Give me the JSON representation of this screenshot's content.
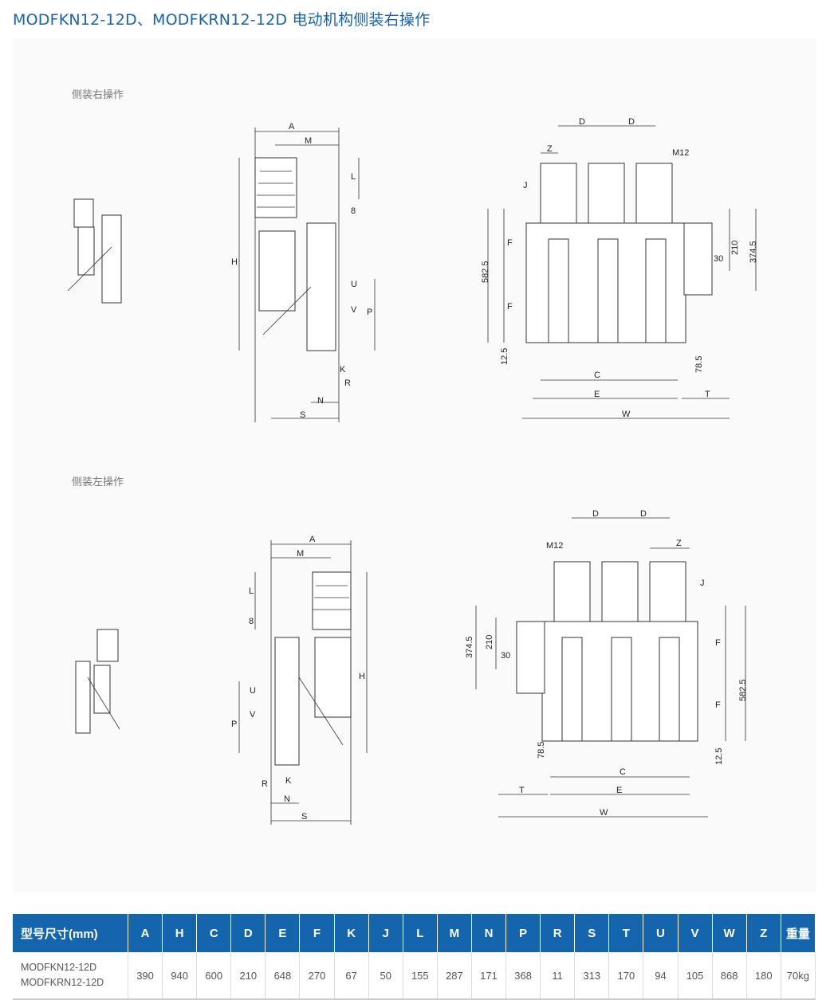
{
  "title": "MODFKN12-12D、MODFKRN12-12D 电动机构侧装右操作",
  "sections": [
    {
      "label": "侧装右操作",
      "side_labels": [
        "A",
        "M",
        "L",
        "8",
        "H",
        "U",
        "V",
        "P",
        "K",
        "R",
        "N",
        "S"
      ],
      "front_labels": [
        "D",
        "D",
        "Z",
        "M12",
        "J",
        "F",
        "F",
        "582.5",
        "12.5",
        "210",
        "374.5",
        "30",
        "78.5",
        "C",
        "E",
        "T",
        "W"
      ]
    },
    {
      "label": "侧装左操作",
      "side_labels": [
        "A",
        "M",
        "L",
        "8",
        "H",
        "U",
        "V",
        "P",
        "K",
        "R",
        "N",
        "S"
      ],
      "front_labels": [
        "D",
        "D",
        "Z",
        "M12",
        "J",
        "F",
        "F",
        "582.5",
        "12.5",
        "210",
        "374.5",
        "30",
        "78.5",
        "C",
        "E",
        "T",
        "W"
      ]
    }
  ],
  "table": {
    "headers": [
      "型号尺寸(mm)",
      "A",
      "H",
      "C",
      "D",
      "E",
      "F",
      "K",
      "J",
      "L",
      "M",
      "N",
      "P",
      "R",
      "S",
      "T",
      "U",
      "V",
      "W",
      "Z",
      "重量"
    ],
    "model_lines": [
      "MODFKN12-12D",
      "MODFKRN12-12D"
    ],
    "values": [
      "390",
      "940",
      "600",
      "210",
      "648",
      "270",
      "67",
      "50",
      "155",
      "287",
      "171",
      "368",
      "11",
      "313",
      "170",
      "94",
      "105",
      "868",
      "180",
      "70kg"
    ]
  }
}
